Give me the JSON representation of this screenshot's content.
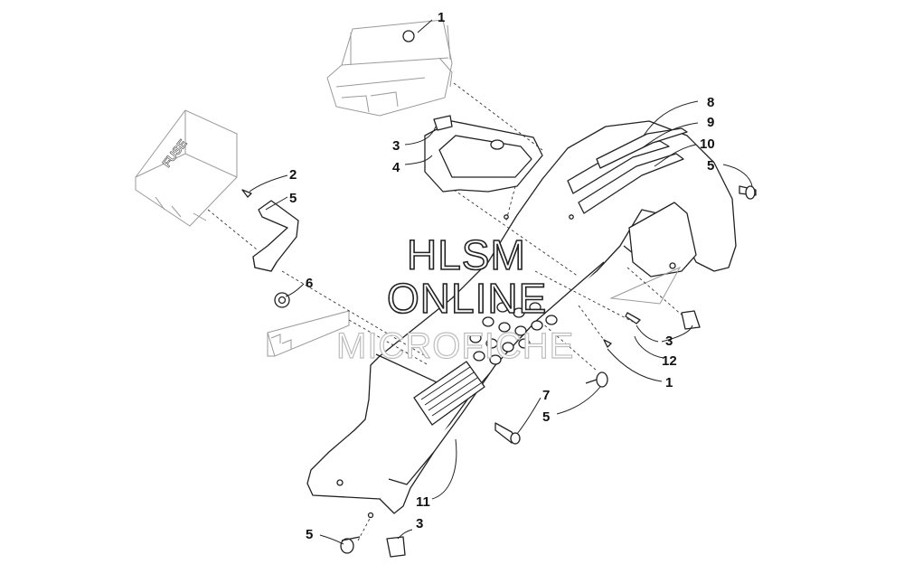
{
  "watermark": {
    "line1": "HLSM",
    "line2": "ONLINE",
    "line3": "MICROFICHE"
  },
  "fuse_box_label": "FUSE",
  "callouts": [
    {
      "id": "c1a",
      "label": "1"
    },
    {
      "id": "c2",
      "label": "2"
    },
    {
      "id": "c3a",
      "label": "3"
    },
    {
      "id": "c4",
      "label": "4"
    },
    {
      "id": "c5a",
      "label": "5"
    },
    {
      "id": "c5b",
      "label": "5"
    },
    {
      "id": "c6",
      "label": "6"
    },
    {
      "id": "c7",
      "label": "7"
    },
    {
      "id": "c5c",
      "label": "5"
    },
    {
      "id": "c8",
      "label": "8"
    },
    {
      "id": "c9",
      "label": "9"
    },
    {
      "id": "c10",
      "label": "10"
    },
    {
      "id": "c3b",
      "label": "3"
    },
    {
      "id": "c12",
      "label": "12"
    },
    {
      "id": "c1b",
      "label": "1"
    },
    {
      "id": "c11",
      "label": "11"
    },
    {
      "id": "c3c",
      "label": "3"
    },
    {
      "id": "c5d",
      "label": "5"
    }
  ]
}
